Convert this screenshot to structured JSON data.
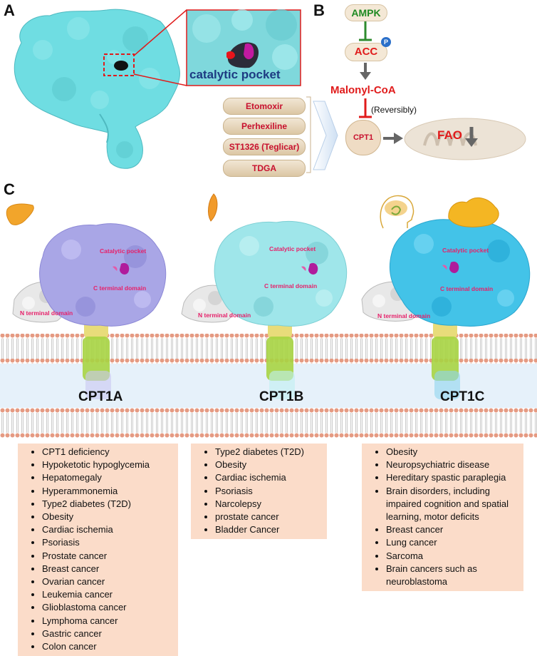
{
  "panels": {
    "a": "A",
    "b": "B",
    "c": "C"
  },
  "panel_a": {
    "pocket_label": "catalytic pocket",
    "drugs": [
      "Etomoxir",
      "Perhexiline",
      "ST1326 (Teglicar)",
      "TDGA"
    ]
  },
  "panel_b": {
    "ampk": "AMPK",
    "acc": "ACC",
    "phospho": "P",
    "malonyl": "Malonyl-CoA",
    "reversibly": "(Reversibly)",
    "cpt1": "CPT1",
    "fao": "FAO"
  },
  "panel_c": {
    "isoforms": [
      {
        "name": "CPT1A",
        "catalytic": "Catalytic pocket",
        "cterm": "C terminal domain",
        "nterm": "N terminal domain",
        "diseases": [
          "CPT1 deficiency",
          "Hypoketotic hypoglycemia",
          "Hepatomegaly",
          "Hyperammonemia",
          "Type2 diabetes (T2D)",
          "Obesity",
          "Cardiac ischemia",
          "Psoriasis",
          "Prostate cancer",
          "Breast cancer",
          "Ovarian cancer",
          "Leukemia cancer",
          "Glioblastoma cancer",
          "Lymphoma cancer",
          "Gastric cancer",
          "Colon cancer"
        ]
      },
      {
        "name": "CPT1B",
        "catalytic": "Catalytic pocket",
        "cterm": "C terminal domain",
        "nterm": "N terminal domain",
        "diseases": [
          "Type2 diabetes (T2D)",
          "Obesity",
          "Cardiac ischemia",
          "Psoriasis",
          "Narcolepsy",
          "prostate cancer",
          "Bladder Cancer"
        ]
      },
      {
        "name": "CPT1C",
        "catalytic": "Catalytic pocket",
        "cterm": "C terminal domain",
        "nterm": "N terminal domain",
        "diseases": [
          "Obesity",
          "Neuropsychiatric disease",
          "Hereditary spastic paraplegia",
          "Brain disorders, including impaired cognition and spatial learning, motor deficits",
          "Breast cancer",
          "Lung cancer",
          "Sarcoma",
          "Brain cancers such as neuroblastoma"
        ]
      }
    ]
  },
  "colors": {
    "protein_a": "#6fdde2",
    "cpt1a": "#a9a6e6",
    "cpt1b": "#9fe6ea",
    "cpt1c": "#43c3e8",
    "drug_text": "#c8102e",
    "ampk_text": "#1e8a22",
    "acc_text": "#e01b1b",
    "disease_box": "#fbdcc9"
  }
}
